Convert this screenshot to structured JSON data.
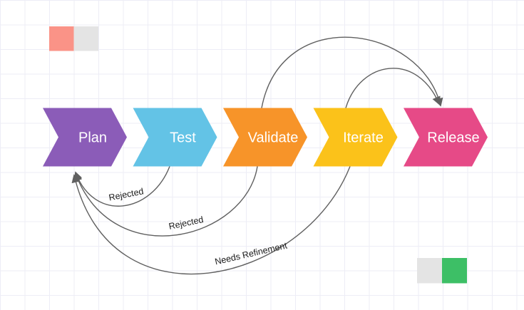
{
  "canvas": {
    "background": "#ffffff",
    "grid_color": "#ededf6"
  },
  "diagram": {
    "type": "process-flow-chevrons",
    "stages": [
      {
        "label": "Plan",
        "color": "#8b5cb8"
      },
      {
        "label": "Test",
        "color": "#63c3e6"
      },
      {
        "label": "Validate",
        "color": "#f79429"
      },
      {
        "label": "Iterate",
        "color": "#fbc21a"
      },
      {
        "label": "Release",
        "color": "#e64a87"
      }
    ],
    "stage_label_color": "#ffffff",
    "connector_color": "#606060",
    "connector_label_color": "#1a1a1a",
    "forward_connections": [
      {
        "from": "Validate",
        "to": "Release",
        "label": ""
      },
      {
        "from": "Iterate",
        "to": "Release",
        "label": ""
      }
    ],
    "feedback_connections": [
      {
        "from": "Test",
        "to": "Plan",
        "label": "Rejected"
      },
      {
        "from": "Validate",
        "to": "Plan",
        "label": "Rejected"
      },
      {
        "from": "Iterate",
        "to": "Plan",
        "label": "Needs Refinement"
      }
    ]
  },
  "decorations": {
    "top_left_squares": [
      {
        "name": "salmon-square",
        "color": "#fa9387"
      },
      {
        "name": "gray-square",
        "color": "#e4e4e4"
      }
    ],
    "bottom_right_squares": [
      {
        "name": "gray-square",
        "color": "#e4e4e4"
      },
      {
        "name": "green-square",
        "color": "#3dbf66"
      }
    ]
  }
}
